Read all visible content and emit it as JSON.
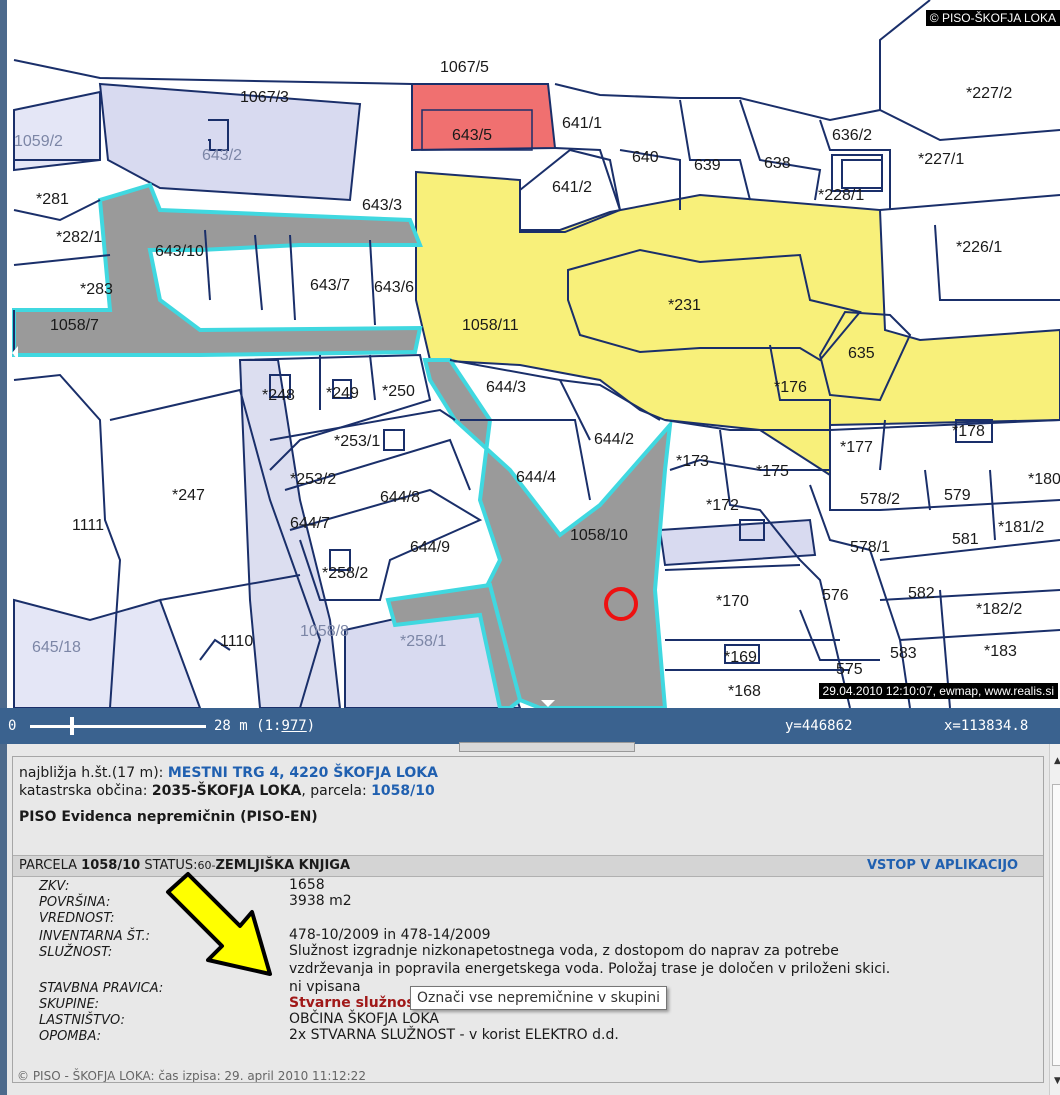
{
  "map": {
    "copyright": "© PISO-ŠKOFJA LOKA",
    "timestamp": "29.04.2010 12:10:07, ewmap, www.realis.si",
    "parcels_highlight": [
      "643/5",
      "1058/11",
      "1058/10"
    ],
    "labels": {
      "p1067_5": "1067/5",
      "p1067_3": "1067/3",
      "p1059_2": "1059/2",
      "p643_2": "643/2",
      "p643_5": "643/5",
      "p641_1": "641/1",
      "p641_2": "641/2",
      "p640": "640",
      "p639": "639",
      "p638": "638",
      "p636_2": "636/2",
      "p227_2": "*227/2",
      "p227_1": "*227/1",
      "p228_1": "*228/1",
      "p226_1": "*226/1",
      "p281": "*281",
      "p282_1": "*282/1",
      "p283": "*283",
      "p1058_7": "1058/7",
      "p643_3": "643/3",
      "p643_10": "643/10",
      "p643_7": "643/7",
      "p643_6": "643/6",
      "p1058_11": "1058/11",
      "p231": "*231",
      "p635": "635",
      "p176": "*176",
      "p248": "*248",
      "p249": "*249",
      "p250": "*250",
      "p644_3": "644/3",
      "p644_2": "644/2",
      "p644_4": "644/4",
      "p253_1": "*253/1",
      "p253_2": "*253/2",
      "p644_8": "644/8",
      "p644_7": "644/7",
      "p644_9": "644/9",
      "p247": "*247",
      "p1111": "1111",
      "p258_2": "*258/2",
      "p258_1": "*258/1",
      "p1058_10": "1058/10",
      "p173": "*173",
      "p175": "*175",
      "p172": "*172",
      "p177": "*177",
      "p178": "*178",
      "p180": "*180",
      "p578_2": "578/2",
      "p579": "579",
      "p181_2": "*181/2",
      "p578_1": "578/1",
      "p581": "581",
      "p170": "*170",
      "p576": "576",
      "p582": "582",
      "p182_2": "*182/2",
      "p583": "583",
      "p183": "*183",
      "p575": "575",
      "p169": "*169",
      "p168": "*168",
      "p645_18": "645/18",
      "p1110": "1110",
      "p1058_8": "1058/8"
    }
  },
  "scalebar": {
    "zero": "0",
    "distance": "28 m",
    "scale_prefix": "(1:",
    "scale_value": "977",
    "scale_suffix": ")",
    "y": "y=446862",
    "x": "x=113834.8"
  },
  "info": {
    "nearest_label": "najbližja h.št.(17 m):",
    "nearest_value": "MESTNI TRG 4, 4220 ŠKOFJA LOKA",
    "cadastral_label": "katastrska občina:",
    "cadastral_value": "2035-ŠKOFJA LOKA",
    "parcel_sep": ", parcela:",
    "parcel_value": "1058/10",
    "section_title": "PISO Evidenca nepremičnin (PISO-EN)",
    "header": {
      "parcel_label": "PARCELA",
      "parcel_value": "1058/10",
      "status_label": "STATUS:",
      "status_code": "60-",
      "status_value": "ZEMLJIŠKA KNJIGA",
      "action": "VSTOP V APLIKACIJO"
    },
    "fields": {
      "zkv_key": "ZKV:",
      "zkv_val": "1658",
      "area_key": "POVRŠINA:",
      "area_val": "3938 m2",
      "value_key": "VREDNOST:",
      "value_val": "",
      "inv_key": "INVENTARNA ŠT.:",
      "inv_val": "478-10/2009 in 478-14/2009",
      "serv_key": "SLUŽNOST:",
      "serv_line1": "Služnost izgradnje nizkonapetostnega voda, z dostopom do naprav za potrebe",
      "serv_line2": "vzdrževanja in popravila energetskega voda. Položaj trase je določen v priloženi skici.",
      "build_key": "STAVBNA PRAVICA:",
      "build_val": "ni vpisana",
      "group_key": "SKUPINE:",
      "group_val": "Stvarne služnosti",
      "own_key": "LASTNIŠTVO:",
      "own_val": "OBČINA ŠKOFJA LOKA",
      "note_key": "OPOMBA:",
      "note_val": "2x STVARNA SLUŽNOST - v korist ELEKTRO d.d."
    },
    "footer": "© PISO - ŠKOFJA LOKA: čas izpisa: 29. april 2010 11:12:22"
  },
  "tooltip": "Označi vse nepremičnine v skupini",
  "colors": {
    "highlight_red": "#f07070",
    "highlight_yellow": "#f8f07a",
    "road_grey": "#9a9a9a",
    "cyan_border": "#40d8e0",
    "parcel_line": "#1a2f6a",
    "lavender": "#d8daf0",
    "bar_blue": "#3a628f",
    "arrow_yellow": "#ffff00"
  }
}
